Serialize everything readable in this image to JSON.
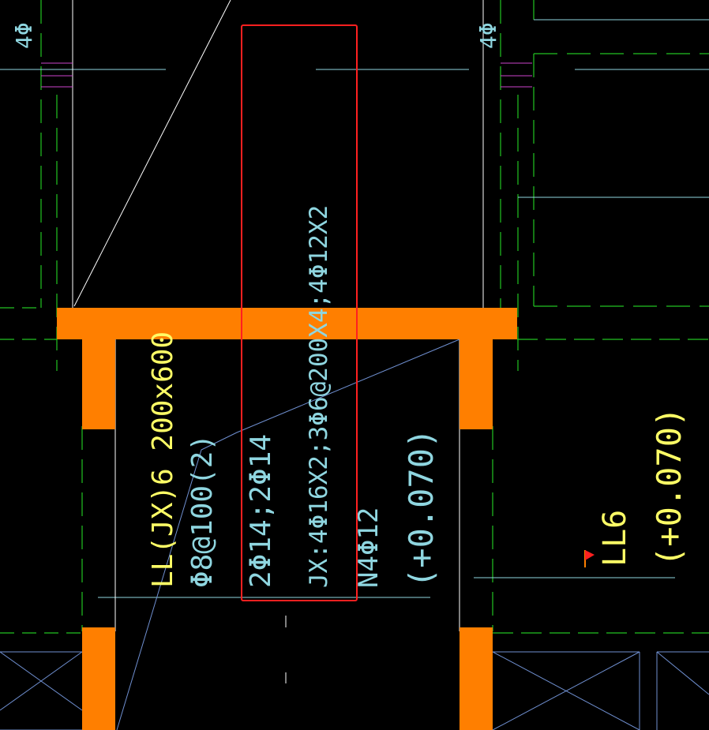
{
  "drawing": {
    "beam_annotation": {
      "line1": "LL(JX)6 200x600",
      "line2": "Φ8@100(2)",
      "line3": "2Φ14;2Φ14",
      "line4": "JX:4Φ16X2;3Φ6@200X4;4Φ12X2",
      "line5": "N4Φ12",
      "line6": "(+0.070)"
    },
    "side_annotation": {
      "label": "LL6",
      "elevation": "(+0.070)"
    },
    "top_left_fragment": "4Φ",
    "top_right_fragment": "4Φ"
  },
  "colors": {
    "background": "#000000",
    "concrete": "#ff7f00",
    "selection": "#ff2020",
    "text_yellow": "#ffff66",
    "text_cyan": "#8fd6e0",
    "axis_green": "#22c422",
    "line_white": "#ffffff",
    "line_blue": "#6f8fd0",
    "hatch_magenta": "#cc44cc",
    "flag": "#ff2020"
  },
  "icons": {
    "marker": "red-flag-icon"
  }
}
